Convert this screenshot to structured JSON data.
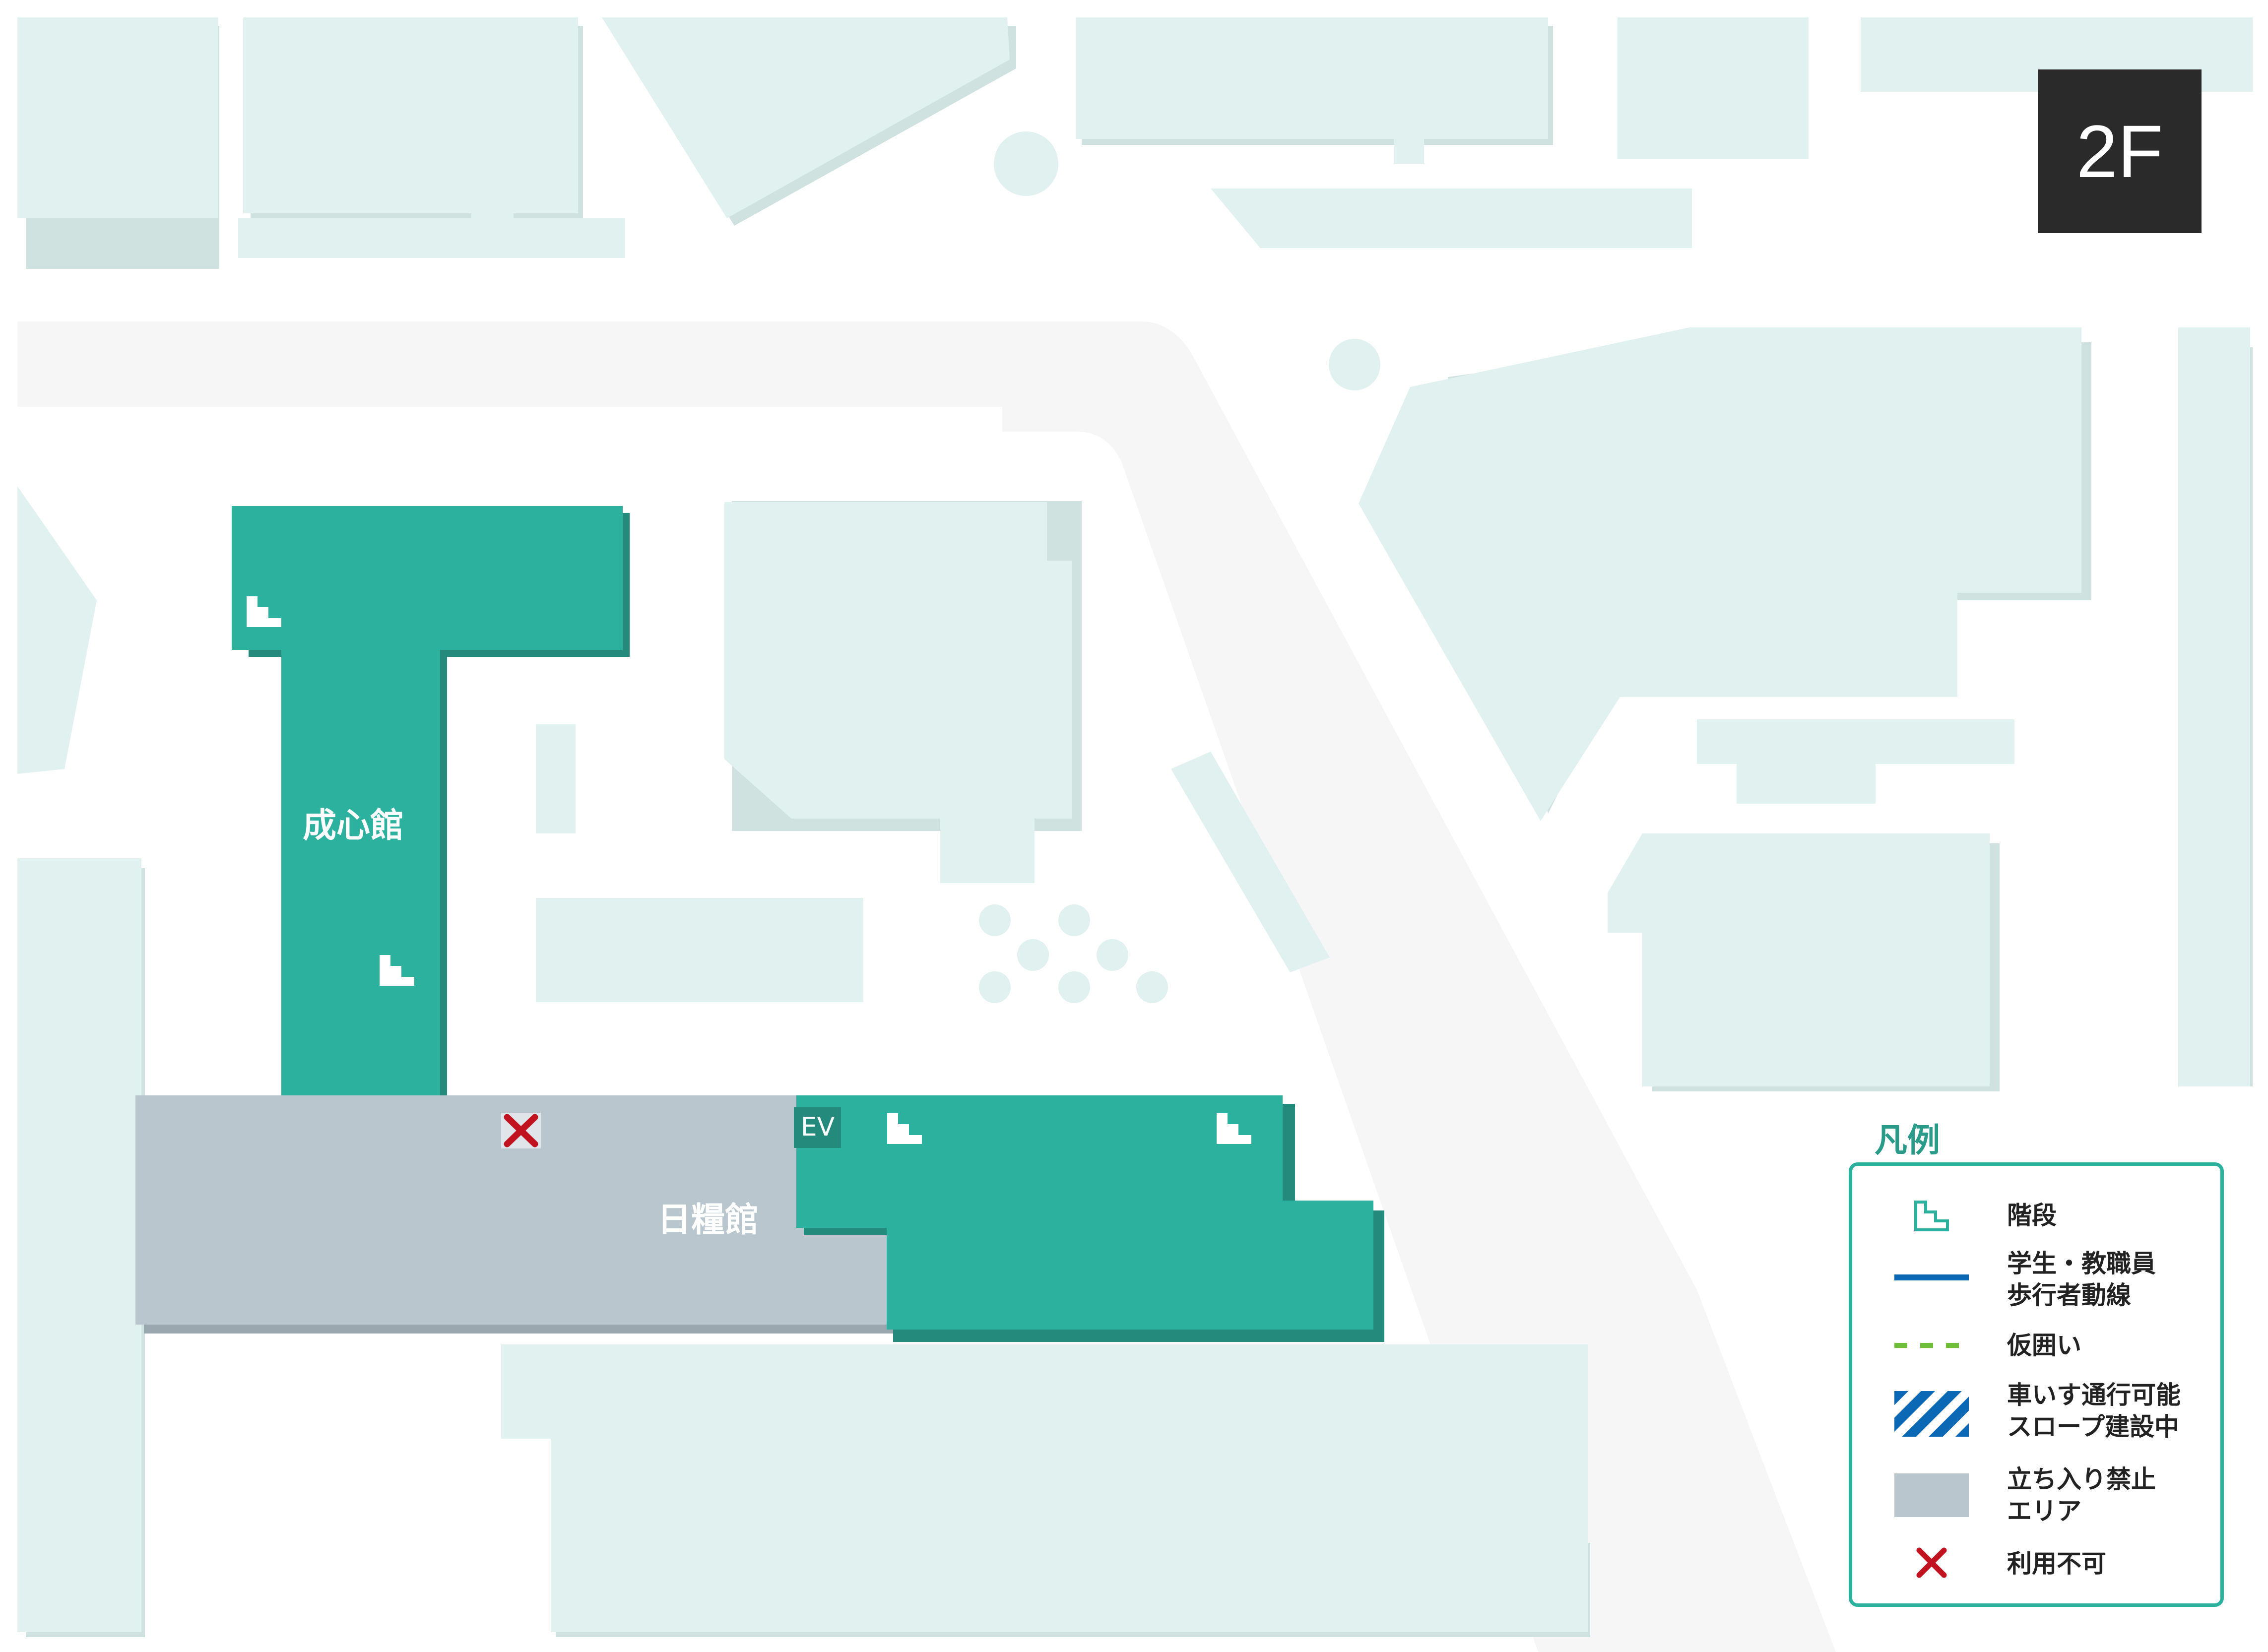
{
  "floor": "2F",
  "buildings": {
    "seishinkan": "成心館",
    "nichiryokan": "日糧館",
    "ev": "EV"
  },
  "legend": {
    "title": "凡例",
    "items": [
      {
        "key": "stairs",
        "symbol": "stairs-icon",
        "lines": [
          "階段"
        ]
      },
      {
        "key": "walkway",
        "symbol": "solid-line",
        "color": "#0b68b4",
        "lines": [
          "学生・教職員",
          "歩行者動線"
        ]
      },
      {
        "key": "fence",
        "symbol": "dashed-line",
        "color": "#6fbf3a",
        "lines": [
          "仮囲い"
        ]
      },
      {
        "key": "slope",
        "symbol": "hatched-box",
        "color": "#0b68b4",
        "lines": [
          "車いす通行可能",
          "スロープ建設中"
        ]
      },
      {
        "key": "restricted",
        "symbol": "gray-box",
        "color": "#b9c6ce",
        "lines": [
          "立ち入り禁止",
          "エリア"
        ]
      },
      {
        "key": "unavailable",
        "symbol": "x-mark",
        "color": "#c1121f",
        "lines": [
          "利用不可"
        ]
      }
    ]
  },
  "colors": {
    "building_active": "#2cb19e",
    "building_active_shadow": "#248a7b",
    "restricted": "#b9c6ce",
    "restricted_shadow": "#9aa7ae",
    "context_building": "#e0f1ef",
    "context_shadow": "#cfe2df",
    "road": "#f6f6f6",
    "badge": "#2a2a2a"
  }
}
